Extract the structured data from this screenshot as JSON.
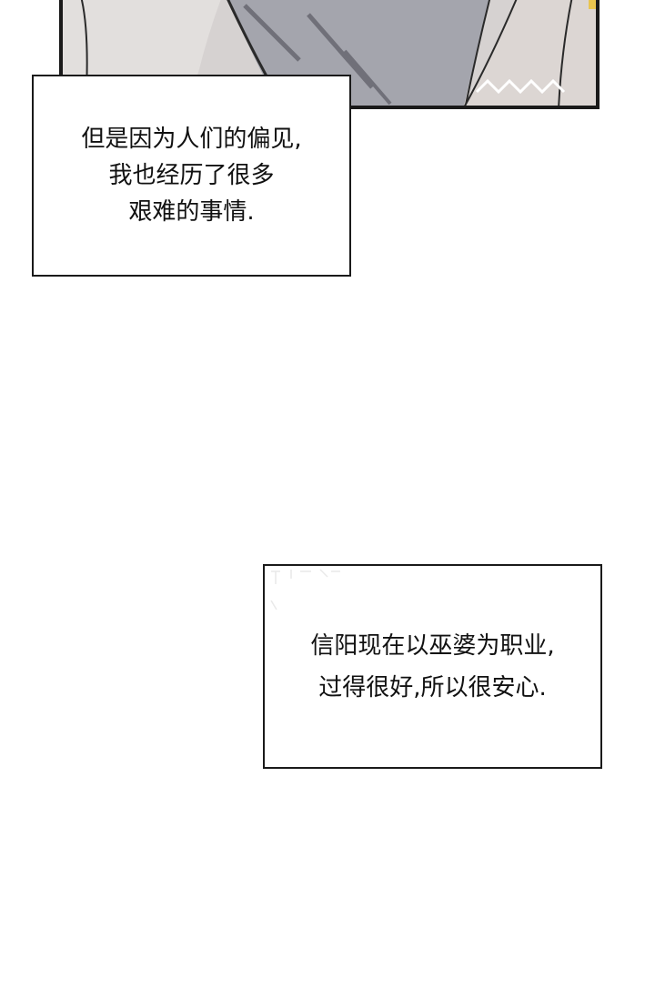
{
  "captions": [
    {
      "lines": [
        "但是因为人们的偏见,",
        "我也经历了很多",
        "艰难的事情."
      ]
    },
    {
      "lines": [
        "信阳现在以巫婆为职业,",
        "过得很好,所以很安心."
      ]
    }
  ]
}
